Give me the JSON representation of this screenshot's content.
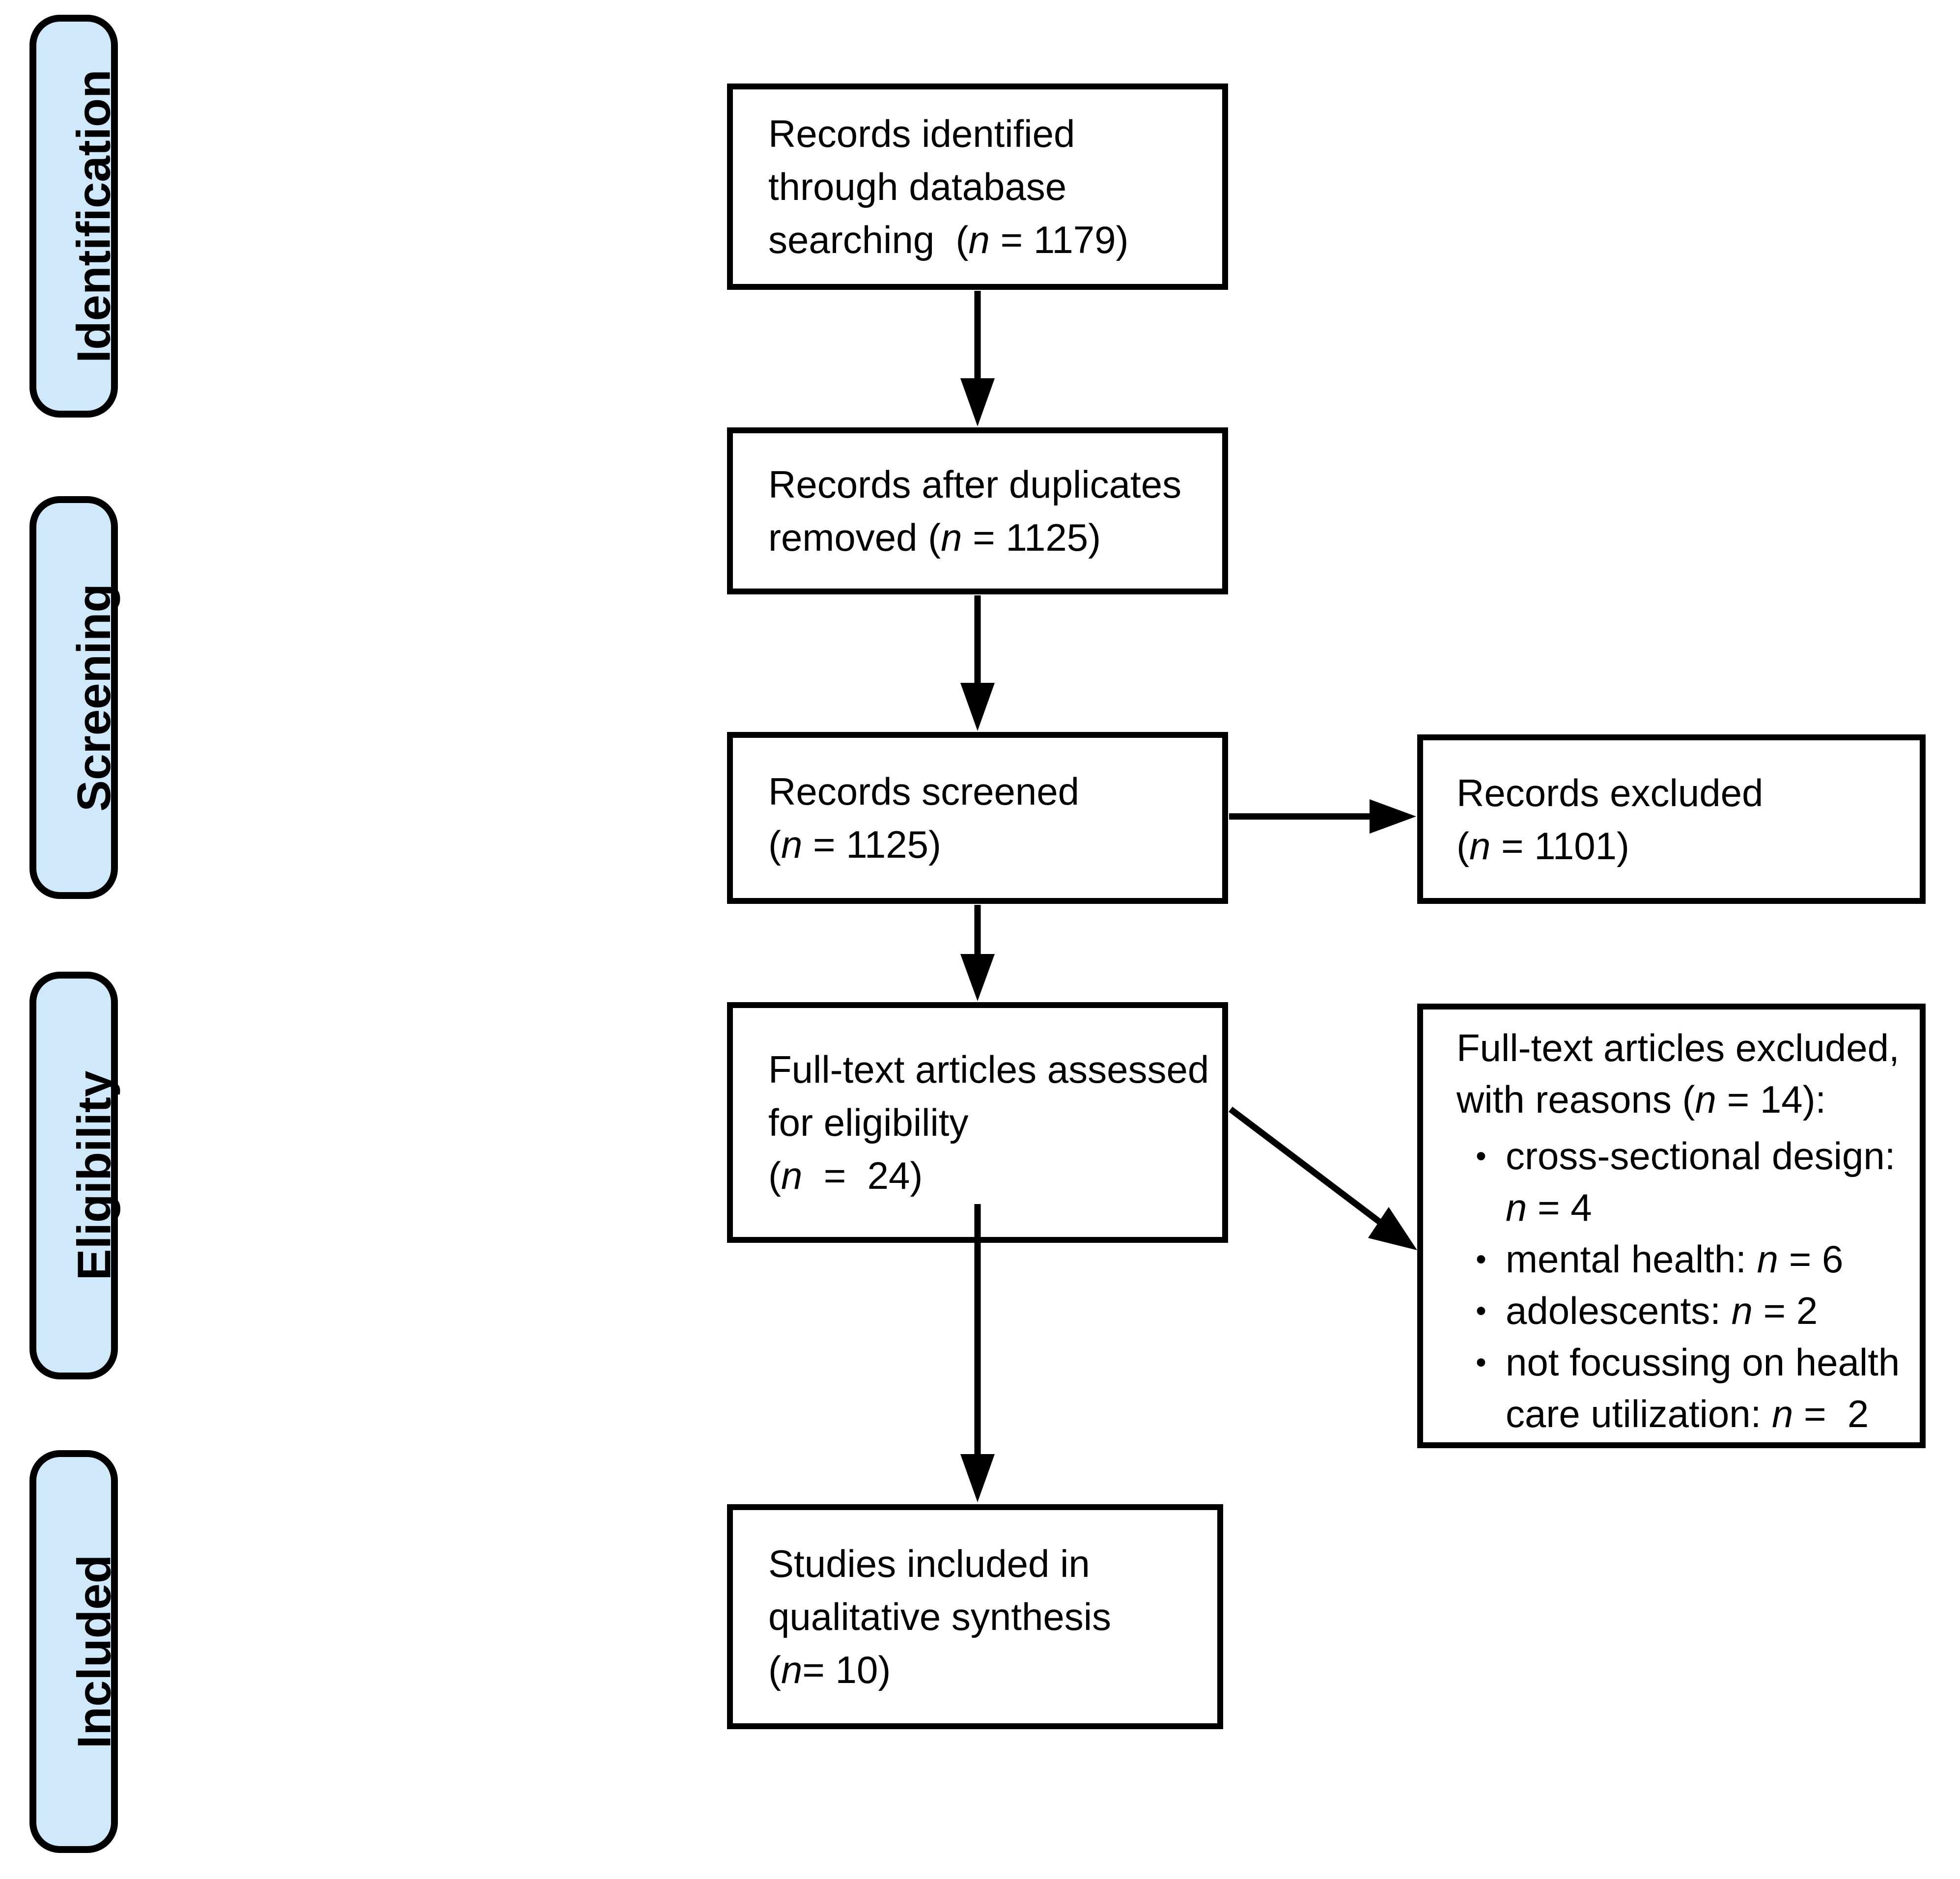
{
  "colors": {
    "stage_fill": "#cfe8fa",
    "stroke": "#000000",
    "background": "#ffffff"
  },
  "bullet_char": "•",
  "stages": [
    {
      "label": "Identification"
    },
    {
      "label": "Screening"
    },
    {
      "label": "Eligibility"
    },
    {
      "label": "Included"
    }
  ],
  "boxes": {
    "identified": {
      "lines": [
        {
          "t": "Records identified"
        },
        {
          "t": "through database"
        },
        {
          "pre": "searching  (",
          "n": "n",
          "post": " = 1179)"
        }
      ]
    },
    "deduplicated": {
      "lines": [
        {
          "t": "Records after duplicates"
        },
        {
          "pre": "removed (",
          "n": "n",
          "post": " = 1125)"
        }
      ]
    },
    "screened": {
      "lines": [
        {
          "t": "Records screened"
        },
        {
          "pre": "(",
          "n": "n",
          "post": " = 1125)"
        }
      ]
    },
    "excluded": {
      "lines": [
        {
          "t": "Records excluded"
        },
        {
          "pre": "(",
          "n": "n",
          "post": " = 1101)"
        }
      ]
    },
    "fulltext": {
      "lines": [
        {
          "t": "Full-text articles assessed"
        },
        {
          "t": "for eligibility"
        },
        {
          "pre": "(",
          "n": "n",
          "post": "  =  24)"
        }
      ]
    },
    "fulltext_excluded": {
      "lines": [
        {
          "t": "Full-text articles excluded,"
        },
        {
          "pre": "with reasons (",
          "n": "n",
          "post": " = 14):"
        }
      ],
      "bullets": [
        {
          "lines": [
            {
              "t": "cross-sectional design:"
            },
            {
              "n": "n",
              "post": " = 4"
            }
          ]
        },
        {
          "lines": [
            {
              "pre": "mental health: ",
              "n": "n",
              "post": " = 6"
            }
          ]
        },
        {
          "lines": [
            {
              "pre": "adolescents: ",
              "n": "n",
              "post": " = 2"
            }
          ]
        },
        {
          "lines": [
            {
              "t": "not focussing on health"
            },
            {
              "pre": "care utilization: ",
              "n": "n",
              "post": " =  2"
            }
          ]
        }
      ]
    },
    "included_studies": {
      "lines": [
        {
          "t": "Studies included in"
        },
        {
          "t": "qualitative synthesis"
        },
        {
          "pre": "(",
          "n": "n",
          "post": "= 10)"
        }
      ]
    }
  }
}
